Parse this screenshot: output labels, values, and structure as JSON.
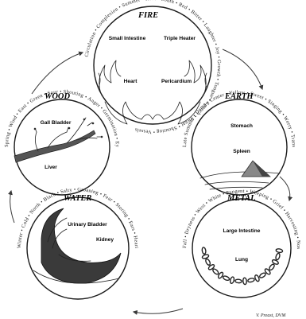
{
  "elements": {
    "fire": {
      "title": "FIRE",
      "ring_text": "Circulation • Complexion • Summer • Heat • South • Red • Bitter • Laughter • Joy • Growth • Tongue • Speech • Sweat • Shouting • Vessels",
      "organs": [
        "Small Intestine",
        "Triple Heater",
        "Heart",
        "Pericardium"
      ]
    },
    "earth": {
      "title": "EARTH",
      "ring_text": "Late Summer • Damp • Center • Yellow • Sweet • Singing • Worry • Transformation • Mouth • Muscles • Lips • Digestion",
      "organs": [
        "Stomach",
        "Spleen"
      ]
    },
    "metal": {
      "title": "METAL",
      "ring_text": "Fall • Dryness • West • White • Pungent • Weeping • Grief • Harvesting • Nose • Smell • Skin • Pores • Respiration",
      "organs": [
        "Large Intestine",
        "Lung"
      ]
    },
    "water": {
      "title": "WATER",
      "ring_text": "Winter • Cold • North • Black • Salty • Groaning • Fear • Storing • Ears • Hearing • Bones • Head Hair • Elimination",
      "organs": [
        "Urinary Bladder",
        "Kidney"
      ]
    },
    "wood": {
      "title": "WOOD",
      "ring_text": "Spring • Wind • East • Green • Sour • Shouting • Anger • Germination • Eyes • Vision • Tendons • Nails • Purification",
      "organs": [
        "Gall Bladder",
        "Liver"
      ]
    }
  },
  "credit": "V. Preast, DVM",
  "icons": [
    "flames-icon",
    "pyramid-icon",
    "chain-icon",
    "wave-icon",
    "tree-branch-icon"
  ]
}
